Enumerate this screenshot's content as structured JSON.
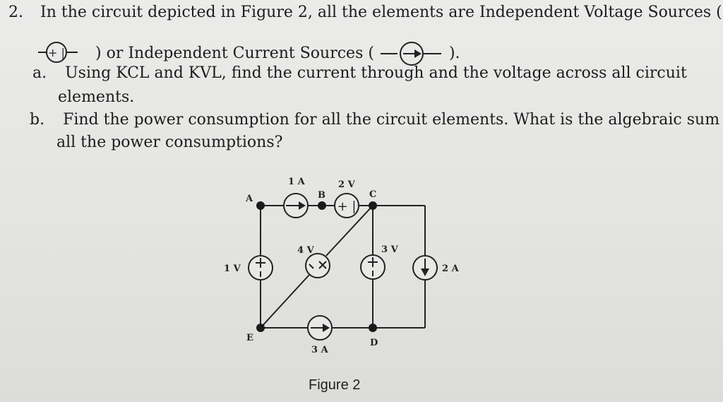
{
  "problem": {
    "number": "2.",
    "intro_line1": "In the circuit depicted in Figure 2, all the elements are Independent Voltage Sources (",
    "intro_line2": ") or Independent Current Sources (",
    "intro_line2_end": ").",
    "voltage_source_symbol_icon": "voltage-source-icon",
    "current_source_symbol_icon": "current-source-icon"
  },
  "parts": [
    {
      "label": "a.",
      "line1": "Using KCL and KVL, find the current through and the voltage across all circuit",
      "line2": "elements."
    },
    {
      "label": "b.",
      "line1": "Find the power consumption for all the circuit elements. What is the algebraic sum of",
      "line2": "all the power consumptions?"
    }
  ],
  "figure": {
    "caption": "Figure 2",
    "nodes": [
      "A",
      "B",
      "C",
      "D",
      "E"
    ],
    "source_labels": {
      "ab": "1 A",
      "bc": "2 V",
      "ae": "1 V",
      "diag": "4 V",
      "cd": "3 V",
      "right": "2 A",
      "ed": "3 A"
    }
  }
}
